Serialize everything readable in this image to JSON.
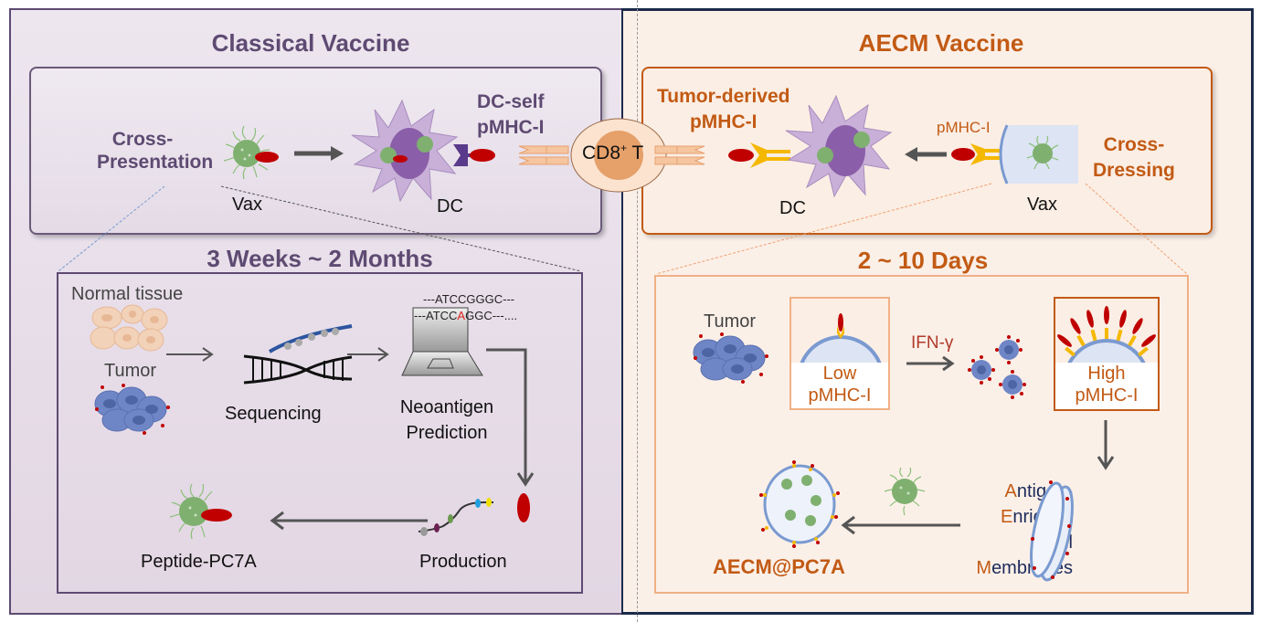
{
  "left_panel": {
    "title": "Classical Vaccine",
    "mechanism_label_line1": "Cross-",
    "mechanism_label_line2": "Presentation",
    "vax_label": "Vax",
    "dc_label": "DC",
    "pmhc_label_line1": "DC-self",
    "pmhc_label_line2": "pMHC-I",
    "timeline": "3 Weeks ~ 2 Months",
    "workflow": {
      "normal_tissue_label": "Normal tissue",
      "tumor_label": "Tumor",
      "sequencing_label": "Sequencing",
      "prediction_line1": "Neoantigen",
      "prediction_line2": "Prediction",
      "seq_normal": "---ATCCGGGC---",
      "seq_tumor_prefix": "---ATCC",
      "seq_tumor_mutation": "A",
      "seq_tumor_suffix": "GGC---....",
      "production_label": "Production",
      "product_label": "Peptide-PC7A"
    }
  },
  "center": {
    "tcell_label": "CD8",
    "tcell_superscript": "+",
    "tcell_suffix": " T"
  },
  "right_panel": {
    "title": "AECM Vaccine",
    "pmhc_label_line1": "Tumor-derived",
    "pmhc_label_line2": "pMHC-I",
    "dc_label": "DC",
    "vax_pmhc_label": "pMHC-I",
    "vax_label": "Vax",
    "mechanism_label_line1": "Cross-",
    "mechanism_label_line2": "Dressing",
    "timeline": "2 ~ 10 Days",
    "workflow": {
      "tumor_label": "Tumor",
      "low_line1": "Low",
      "low_line2": "pMHC-I",
      "stimulus_label": "IFN-γ",
      "high_line1": "High",
      "high_line2": "pMHC-I",
      "membranes_label": [
        {
          "initial": "A",
          "rest": "ntigen-"
        },
        {
          "initial": "E",
          "rest": "nriched"
        },
        {
          "initial": "C",
          "rest": "ell"
        },
        {
          "initial": "M",
          "rest": "embranes"
        }
      ],
      "product_label": "AECM@PC7A"
    }
  },
  "colors": {
    "purple_accent": "#5e4a72",
    "orange_accent": "#c25a14",
    "navy_border": "#1c2b4a",
    "antigen_red": "#c00000",
    "mhc_yellow": "#f5b800",
    "mhc_purple": "#5a3a8a",
    "nanoparticle_green": "#7fb070",
    "tumor_blue": "#6f86c6",
    "mutation_red": "#e02020"
  }
}
